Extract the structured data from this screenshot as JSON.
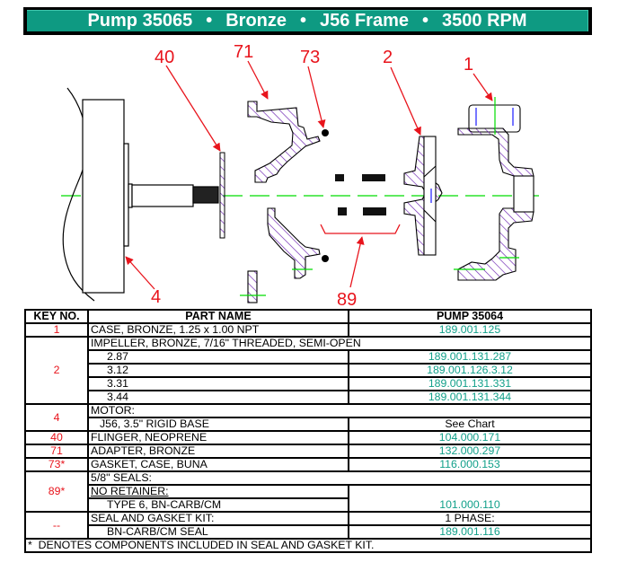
{
  "banner": {
    "pump": "Pump 35065",
    "material": "Bronze",
    "frame": "J56 Frame",
    "rpm": "3500 RPM",
    "separator": "•"
  },
  "diagram": {
    "callouts": {
      "c40": "40",
      "c71": "71",
      "c73": "73",
      "c2": "2",
      "c1": "1",
      "c4": "4",
      "c89": "89"
    },
    "colors": {
      "callout": "#e8141c",
      "centerline": "#00dd00",
      "hatch": "#6a1fb0",
      "hidden": "#1a1aff"
    }
  },
  "table": {
    "headers": {
      "key": "KEY NO.",
      "part": "PART NAME",
      "number": "PUMP 35064"
    },
    "rows": {
      "case": {
        "key": "1",
        "part": "CASE, BRONZE, 1.25 x 1.00 NPT",
        "number": "189.001.125"
      },
      "impeller": {
        "key": "2",
        "part": "IMPELLER, BRONZE, 7/16\" THREADED, SEMI-OPEN",
        "sizes": [
          {
            "size": "2.87",
            "number": "189.001.131.287"
          },
          {
            "size": "3.12",
            "number": "189.001.126.3.12"
          },
          {
            "size": "3.31",
            "number": "189.001.131.331"
          },
          {
            "size": "3.44",
            "number": "189.001.131.344"
          }
        ]
      },
      "motor": {
        "key": "4",
        "part": "MOTOR:",
        "sub": "J56, 3.5\" RIGID BASE",
        "number": "See Chart"
      },
      "flinger": {
        "key": "40",
        "part": "FLINGER, NEOPRENE",
        "number": "104.000.171"
      },
      "adapter": {
        "key": "71",
        "part": "ADAPTER, BRONZE",
        "number": "132.000.297"
      },
      "gasket": {
        "key": "73*",
        "part": "GASKET, CASE, BUNA",
        "number": "116.000.153"
      },
      "seals": {
        "key": "89*",
        "part": "5/8\" SEALS:",
        "sub1": "NO RETAINER:",
        "sub2": "TYPE 6, BN-CARB/CM",
        "number": "101.000.110"
      },
      "kit": {
        "key": "--",
        "part": "SEAL AND GASKET KIT:",
        "phase": "1 PHASE:",
        "sub": "BN-CARB/CM SEAL",
        "number": "189.001.116"
      }
    },
    "footnote": "*  DENOTES COMPONENTS INCLUDED IN SEAL AND GASKET KIT."
  }
}
